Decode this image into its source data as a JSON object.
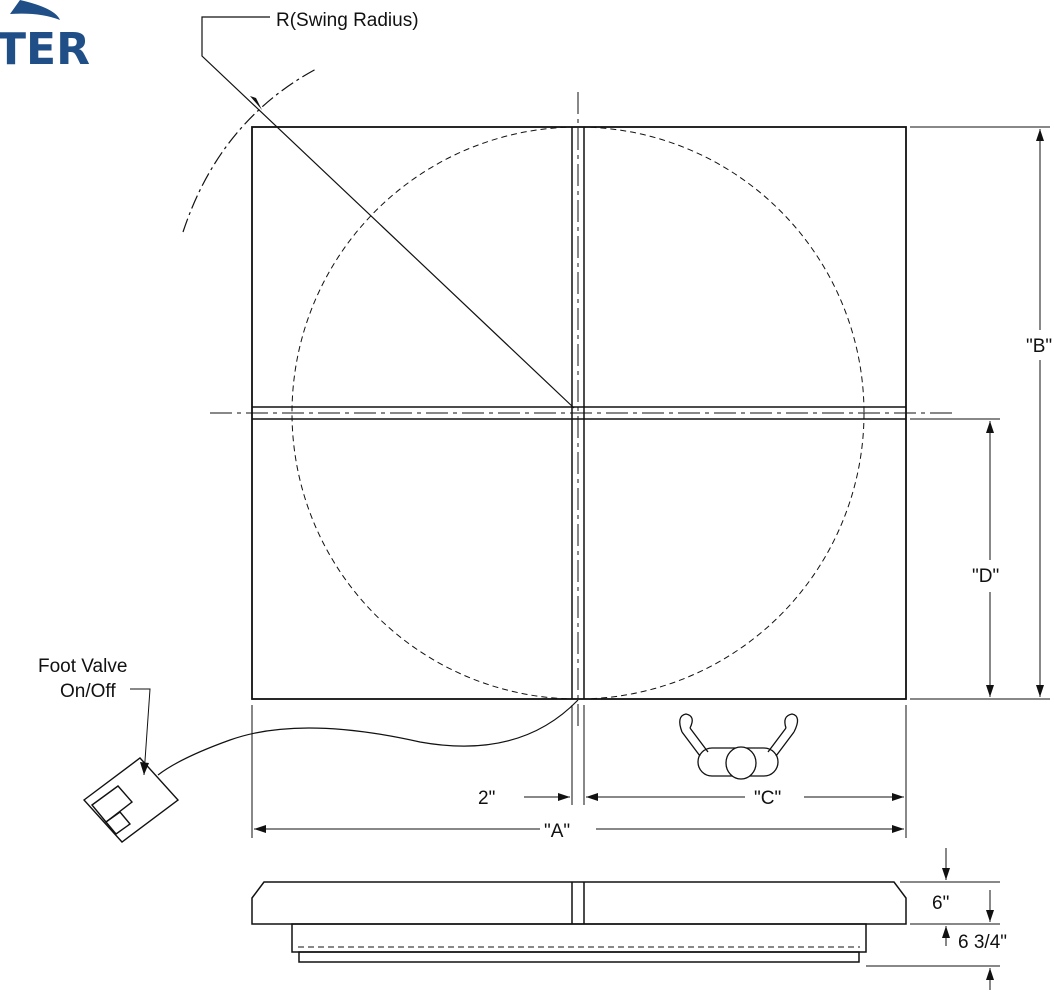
{
  "logo": {
    "text": "TER",
    "color": "#1f4f86"
  },
  "labels": {
    "swing_radius": "R(Swing Radius)",
    "dim_b": "\"B\"",
    "dim_d": "\"D\"",
    "dim_c": "\"C\"",
    "dim_a": "\"A\"",
    "dim_gap": "2\"",
    "foot_valve_line1": "Foot Valve",
    "foot_valve_line2": "On/Off",
    "dim_top_height": "6\"",
    "dim_base_height": "6 3/4\""
  },
  "colors": {
    "line": "#111111",
    "background": "#ffffff"
  }
}
